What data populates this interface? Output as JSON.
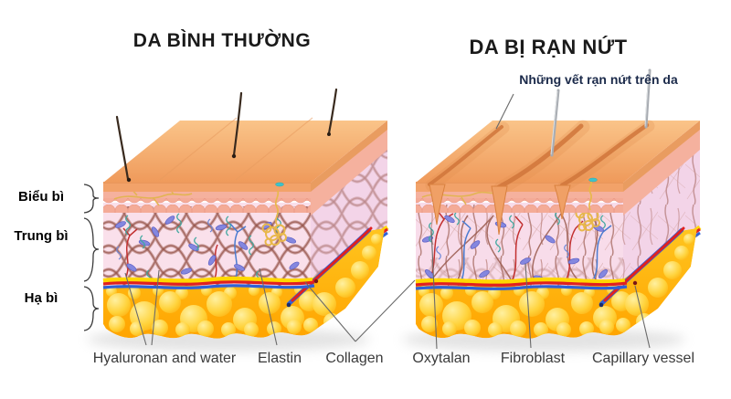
{
  "titles": {
    "left": "DA BÌNH THƯỜNG",
    "right": "DA BỊ RẠN NỨT",
    "right_subtitle": "Những vết rạn nứt trên da"
  },
  "layer_labels": {
    "epidermis": "Biểu bì",
    "dermis": "Trung bì",
    "hypodermis": "Hạ bì"
  },
  "structure_labels": {
    "hyaluronan": "Hyaluronan and water",
    "elastin": "Elastin",
    "collagen": "Collagen",
    "oxytalan": "Oxytalan",
    "fibroblast": "Fibroblast",
    "capillary": "Capillary vessel"
  },
  "colors": {
    "skin_surface": "#F2A269",
    "skin_surface_light": "#FAC489",
    "epidermis": "#F5B19E",
    "dermis": "#FAE0EB",
    "collagen_fiber": "#9A4A3E",
    "fat": "#FFAE00",
    "fat_highlight": "#FFF0A0",
    "vessel_red": "#E02020",
    "vessel_blue": "#2F62D8",
    "vessel_yellow": "#FFD800",
    "fibroblast_cell": "#8487DF",
    "elastin_teal": "#3FA8A0",
    "gland_yellow": "#E8B84B",
    "subtitle_text": "#1B2A4A",
    "label_text": "#000000",
    "structure_text": "#3A3A3A"
  }
}
